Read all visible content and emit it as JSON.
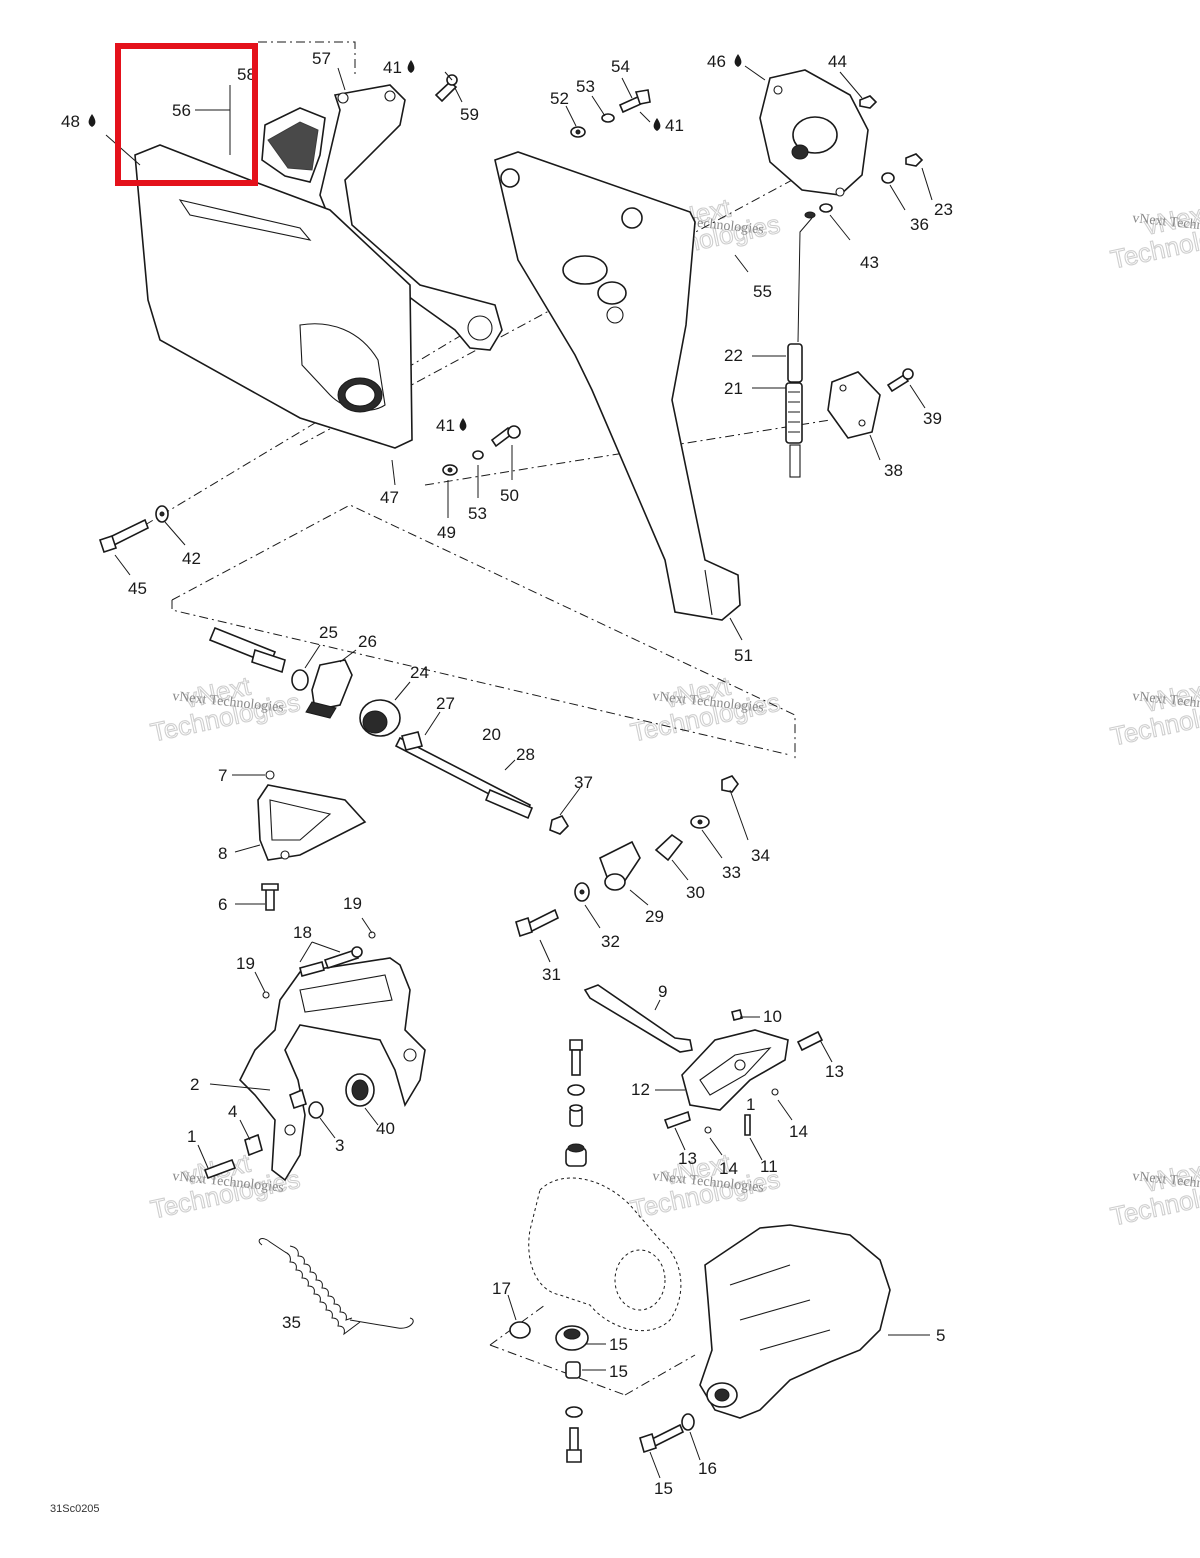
{
  "diagram": {
    "reference_code": "31Sc0205",
    "highlight_color": "#e4111b",
    "line_color": "#1a1a1a",
    "watermark": {
      "company_small": "vNext Technologies",
      "company_big_line1": "vNext",
      "company_big_line2": "Technologies"
    },
    "callouts": [
      {
        "id": "48",
        "text": "48",
        "lubricant": true
      },
      {
        "id": "56",
        "text": "56",
        "lubricant": false
      },
      {
        "id": "58",
        "text": "58",
        "lubricant": false
      },
      {
        "id": "57",
        "text": "57",
        "lubricant": false
      },
      {
        "id": "41a",
        "text": "41",
        "lubricant": true
      },
      {
        "id": "59",
        "text": "59",
        "lubricant": false
      },
      {
        "id": "54",
        "text": "54",
        "lubricant": false
      },
      {
        "id": "53a",
        "text": "53",
        "lubricant": false
      },
      {
        "id": "52",
        "text": "52",
        "lubricant": false
      },
      {
        "id": "41b",
        "text": "41",
        "lubricant": true
      },
      {
        "id": "46",
        "text": "46",
        "lubricant": true
      },
      {
        "id": "44",
        "text": "44",
        "lubricant": false
      },
      {
        "id": "23",
        "text": "23",
        "lubricant": false
      },
      {
        "id": "36",
        "text": "36",
        "lubricant": false
      },
      {
        "id": "43",
        "text": "43",
        "lubricant": false
      },
      {
        "id": "55",
        "text": "55",
        "lubricant": false
      },
      {
        "id": "22",
        "text": "22",
        "lubricant": false
      },
      {
        "id": "21",
        "text": "21",
        "lubricant": false
      },
      {
        "id": "39",
        "text": "39",
        "lubricant": false
      },
      {
        "id": "38",
        "text": "38",
        "lubricant": false
      },
      {
        "id": "41c",
        "text": "41",
        "lubricant": true
      },
      {
        "id": "47",
        "text": "47",
        "lubricant": false
      },
      {
        "id": "49",
        "text": "49",
        "lubricant": false
      },
      {
        "id": "53b",
        "text": "53",
        "lubricant": false
      },
      {
        "id": "50",
        "text": "50",
        "lubricant": false
      },
      {
        "id": "42",
        "text": "42",
        "lubricant": false
      },
      {
        "id": "45",
        "text": "45",
        "lubricant": false
      },
      {
        "id": "51",
        "text": "51",
        "lubricant": false
      },
      {
        "id": "25",
        "text": "25",
        "lubricant": false
      },
      {
        "id": "26",
        "text": "26",
        "lubricant": false
      },
      {
        "id": "24",
        "text": "24",
        "lubricant": false
      },
      {
        "id": "27",
        "text": "27",
        "lubricant": false
      },
      {
        "id": "20",
        "text": "20",
        "lubricant": false
      },
      {
        "id": "28",
        "text": "28",
        "lubricant": false
      },
      {
        "id": "37",
        "text": "37",
        "lubricant": false
      },
      {
        "id": "7",
        "text": "7",
        "lubricant": false
      },
      {
        "id": "8",
        "text": "8",
        "lubricant": false
      },
      {
        "id": "34",
        "text": "34",
        "lubricant": false
      },
      {
        "id": "33",
        "text": "33",
        "lubricant": false
      },
      {
        "id": "30",
        "text": "30",
        "lubricant": false
      },
      {
        "id": "29",
        "text": "29",
        "lubricant": false
      },
      {
        "id": "6",
        "text": "6",
        "lubricant": false
      },
      {
        "id": "19a",
        "text": "19",
        "lubricant": false
      },
      {
        "id": "18",
        "text": "18",
        "lubricant": false
      },
      {
        "id": "32",
        "text": "32",
        "lubricant": false
      },
      {
        "id": "31",
        "text": "31",
        "lubricant": false
      },
      {
        "id": "19b",
        "text": "19",
        "lubricant": false
      },
      {
        "id": "9",
        "text": "9",
        "lubricant": false
      },
      {
        "id": "10",
        "text": "10",
        "lubricant": false
      },
      {
        "id": "13a",
        "text": "13",
        "lubricant": false
      },
      {
        "id": "2",
        "text": "2",
        "lubricant": false
      },
      {
        "id": "12",
        "text": "12",
        "lubricant": false
      },
      {
        "id": "4",
        "text": "4",
        "lubricant": false
      },
      {
        "id": "40",
        "text": "40",
        "lubricant": false
      },
      {
        "id": "3",
        "text": "3",
        "lubricant": false
      },
      {
        "id": "1a",
        "text": "1",
        "lubricant": false
      },
      {
        "id": "1b",
        "text": "1",
        "lubricant": false
      },
      {
        "id": "14a",
        "text": "14",
        "lubricant": false
      },
      {
        "id": "13b",
        "text": "13",
        "lubricant": false
      },
      {
        "id": "14b",
        "text": "14",
        "lubricant": false
      },
      {
        "id": "11",
        "text": "11",
        "lubricant": false
      },
      {
        "id": "35",
        "text": "35",
        "lubricant": false
      },
      {
        "id": "17",
        "text": "17",
        "lubricant": false
      },
      {
        "id": "15a",
        "text": "15",
        "lubricant": false
      },
      {
        "id": "15b",
        "text": "15",
        "lubricant": false
      },
      {
        "id": "5",
        "text": "5",
        "lubricant": false
      },
      {
        "id": "16",
        "text": "16",
        "lubricant": false
      },
      {
        "id": "15c",
        "text": "15",
        "lubricant": false
      }
    ]
  }
}
